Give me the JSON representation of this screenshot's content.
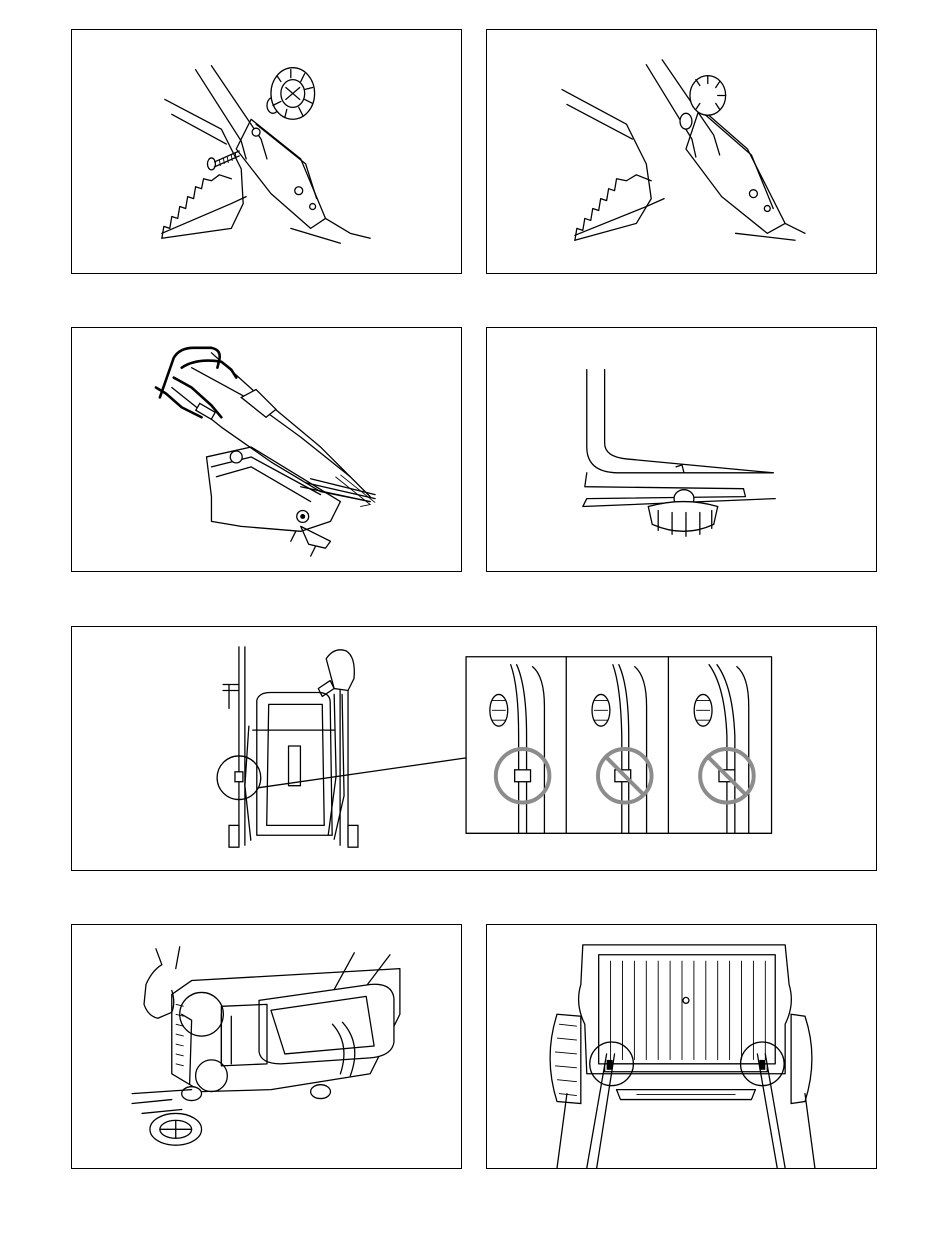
{
  "figures": [
    {
      "id": "fig1",
      "icon": "handle-bolt-knob-exploded-icon"
    },
    {
      "id": "fig2",
      "icon": "handle-bolt-knob-assembled-icon"
    },
    {
      "id": "fig3",
      "icon": "mower-handle-folded-icon"
    },
    {
      "id": "fig4",
      "icon": "handle-knob-underside-icon"
    },
    {
      "id": "fig5",
      "icon": "cable-clip-routing-icon",
      "detail_panels": [
        {
          "icon": "cable-clip-correct-icon"
        },
        {
          "icon": "cable-clip-wrong-icon"
        },
        {
          "icon": "cable-clip-wrong-icon"
        }
      ]
    },
    {
      "id": "fig6",
      "icon": "grass-box-install-icon"
    },
    {
      "id": "fig7",
      "icon": "rear-flap-hooks-icon"
    }
  ],
  "colors": {
    "line": "#000000",
    "prohibit": "#8c8c8c",
    "background": "#ffffff"
  }
}
